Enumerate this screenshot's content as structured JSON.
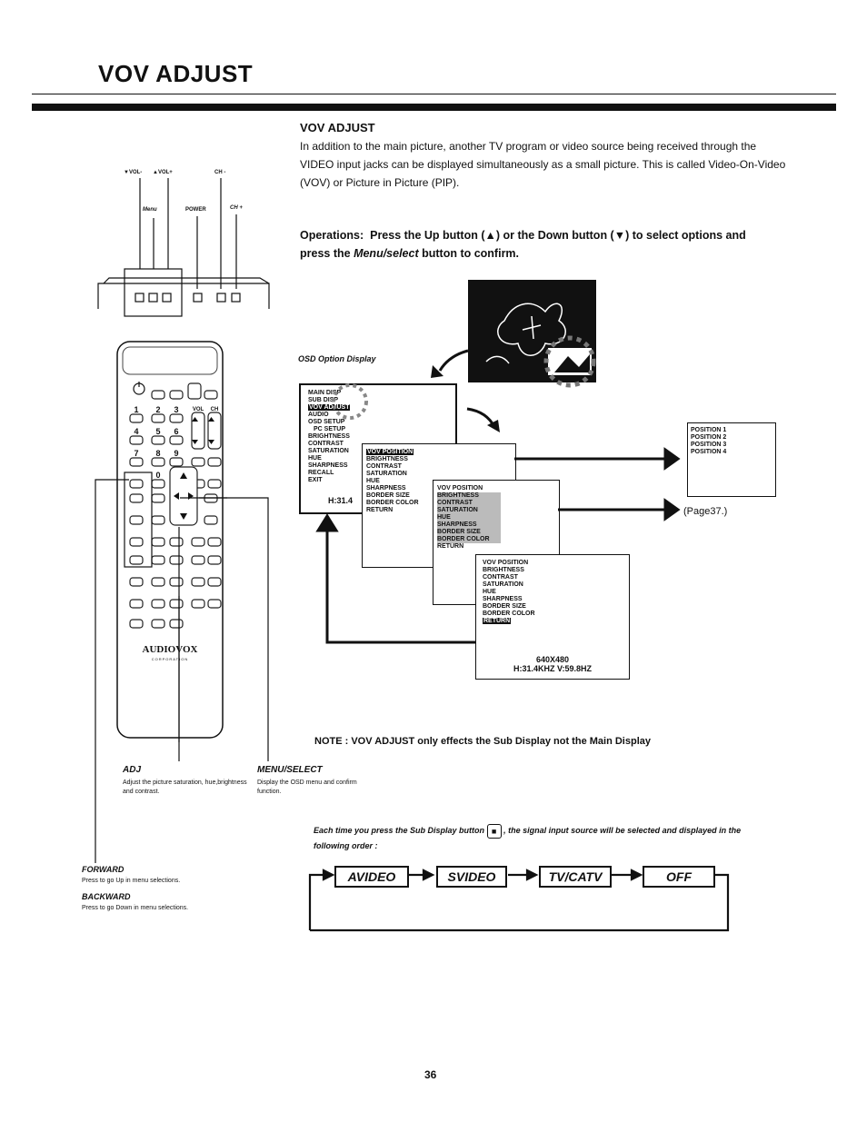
{
  "header": {
    "title": "VOV ADJUST"
  },
  "intro": {
    "heading": "VOV ADJUST",
    "text": "In addition to the main picture, another TV program or video source being received through the VIDEO input jacks can be displayed simultaneously as a small picture. This is called Video-On-Video (VOV) or Picture in Picture (PIP)."
  },
  "operations": {
    "prefix": "Operations:",
    "text_a": "Press the Up button (",
    "up_symbol": "▲",
    "text_b": ") or the Down button (",
    "down_symbol": "▼",
    "text_c": ") to select options and press the ",
    "menu_word": "Menu/select",
    "text_d": " button to confirm."
  },
  "tv_panel": {
    "labels": {
      "vol_down": "▼VOL-",
      "vol_up": "▲VOL+",
      "ch_down": "CH -",
      "menu": "Menu",
      "power": "POWER",
      "ch_up": "CH +"
    }
  },
  "remote": {
    "brand": "AUDIOVOX",
    "sub_brand": "CORPORATION",
    "digits": [
      "1",
      "2",
      "3",
      "4",
      "5",
      "6",
      "7",
      "8",
      "9",
      "0"
    ],
    "keys": {
      "vol": "VOL",
      "ch": "CH"
    }
  },
  "osd": {
    "label": "OSD Option Display",
    "main_menu": [
      "MAIN DISP",
      "SUB DISP",
      "VOV ADJUST",
      "AUDIO",
      "OSD SETUP",
      "PC SETUP",
      "BRIGHTNESS",
      "CONTRAST",
      "SATURATION",
      "HUE",
      "SHARPNESS",
      "RECALL",
      "EXIT"
    ],
    "main_footer": "H:31.4",
    "sub_menu_1": [
      "VOV POSITION",
      "BRIGHTNESS",
      "CONTRAST",
      "SATURATION",
      "HUE",
      "SHARPNESS",
      "BORDER SIZE",
      "BORDER COLOR",
      "RETURN"
    ],
    "sub_menu_2": [
      "VOV POSITION",
      "BRIGHTNESS",
      "CONTRAST",
      "SATURATION",
      "HUE",
      "SHARPNESS",
      "BORDER SIZE",
      "BORDER COLOR",
      "RETURN"
    ],
    "sub_menu_3": [
      "VOV POSITION",
      "BRIGHTNESS",
      "CONTRAST",
      "SATURATION",
      "HUE",
      "SHARPNESS",
      "BORDER SIZE",
      "BORDER COLOR",
      "RETURN"
    ],
    "resolution": "640X480",
    "frequency": "H:31.4KHZ V:59.8HZ",
    "positions": [
      "POSITION 1",
      "POSITION 2",
      "POSITION 3",
      "POSITION 4"
    ],
    "page_ref": "(Page37.)"
  },
  "note": "NOTE : VOV ADJUST only effects the Sub Display not the Main Display",
  "callouts": {
    "adj_title": "ADJ",
    "adj_desc": "Adjust the picture saturation, hue,brightness and contrast.",
    "menu_title": "MENU/SELECT",
    "menu_desc": "Display the OSD menu and confirm function.",
    "forward_title": "FORWARD",
    "forward_desc": "Press to go Up in menu selections.",
    "backward_title": "BACKWARD",
    "backward_desc": "Press to go Down in menu selections."
  },
  "sub_display": {
    "text_a": "Each time you press the Sub Display button",
    "text_b": ", the signal input source will be selected and displayed in the following order :",
    "sources": [
      "AVIDEO",
      "SVIDEO",
      "TV/CATV",
      "OFF"
    ]
  },
  "page_number": "36"
}
